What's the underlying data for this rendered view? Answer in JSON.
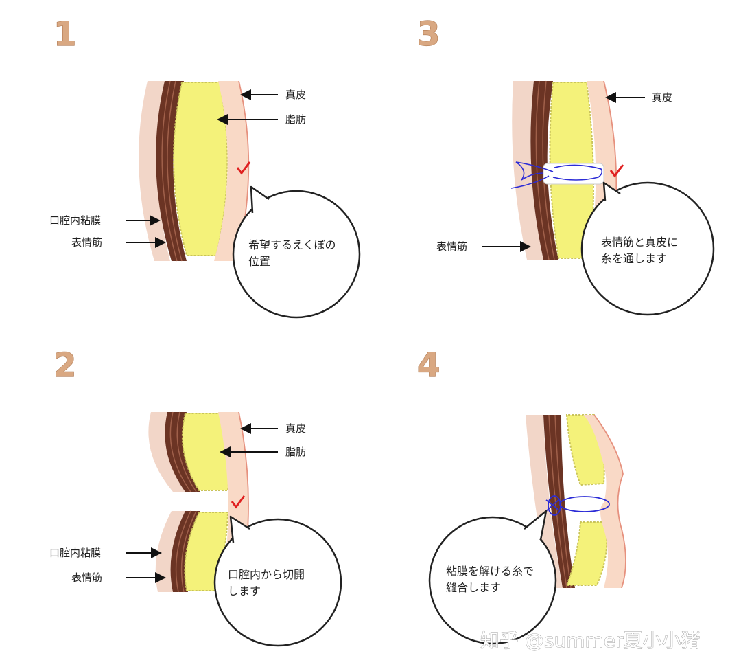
{
  "panels": [
    {
      "step": "1",
      "labels": {
        "dermis": "真皮",
        "fat": "脂肪",
        "mucosa": "口腔内粘膜",
        "muscle": "表情筋"
      },
      "bubble": [
        "希望するえくぼの",
        "位置"
      ]
    },
    {
      "step": "2",
      "labels": {
        "dermis": "真皮",
        "fat": "脂肪",
        "mucosa": "口腔内粘膜",
        "muscle": "表情筋"
      },
      "bubble": [
        "口腔内から切開",
        "します"
      ]
    },
    {
      "step": "3",
      "labels": {
        "dermis": "真皮",
        "muscle": "表情筋"
      },
      "bubble": [
        "表情筋と真皮に",
        "糸を通します"
      ]
    },
    {
      "step": "4",
      "bubble": [
        "粘膜を解ける糸で",
        "縫合します"
      ]
    }
  ],
  "watermark": "知乎 @summer夏小小猪",
  "colors": {
    "skin": "#f9d9c6",
    "skin_edge": "#e6917e",
    "fat": "#f4f27a",
    "fat_edge": "#c9c35a",
    "muscle": "#6b3424",
    "mucosa": "#f2d6c8",
    "thread": "#2b2bd6",
    "check": "#e02020",
    "step_number": "#d9a882"
  }
}
